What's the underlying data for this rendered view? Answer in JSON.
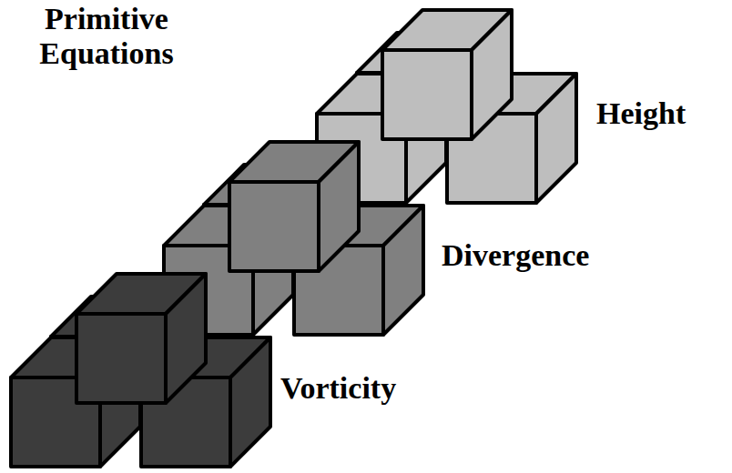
{
  "diagram": {
    "title": "Primitive Equations",
    "labels": [
      "Height",
      "Divergence",
      "Vorticity"
    ]
  }
}
